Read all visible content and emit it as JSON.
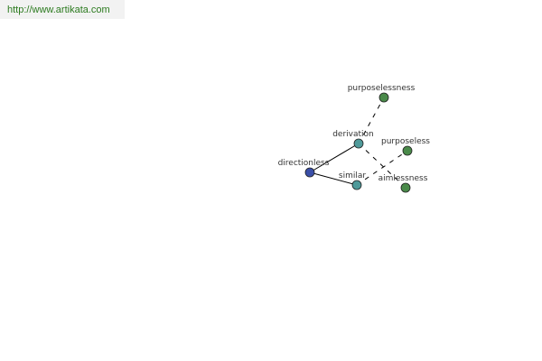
{
  "header": {
    "url": "http://www.artikata.com"
  },
  "graph": {
    "colors": {
      "center": "#3a4fa8",
      "relation": "#4f9a9a",
      "leaf": "#4a8a4a",
      "stroke": "#222222",
      "edge": "#000000"
    },
    "nodes": [
      {
        "id": "directionless",
        "label": "directionless",
        "kind": "center"
      },
      {
        "id": "derivation",
        "label": "derivation",
        "kind": "relation"
      },
      {
        "id": "similar",
        "label": "similar",
        "kind": "relation"
      },
      {
        "id": "purposelessness",
        "label": "purposelessness",
        "kind": "leaf"
      },
      {
        "id": "purposeless",
        "label": "purposeless",
        "kind": "leaf"
      },
      {
        "id": "aimlessness",
        "label": "aimlessness",
        "kind": "leaf"
      }
    ],
    "edges": [
      {
        "from": "directionless",
        "to": "derivation",
        "style": "solid"
      },
      {
        "from": "directionless",
        "to": "similar",
        "style": "solid"
      },
      {
        "from": "derivation",
        "to": "purposelessness",
        "style": "dashed"
      },
      {
        "from": "derivation",
        "to": "aimlessness",
        "style": "dashed"
      },
      {
        "from": "similar",
        "to": "purposeless",
        "style": "dashed"
      }
    ]
  }
}
